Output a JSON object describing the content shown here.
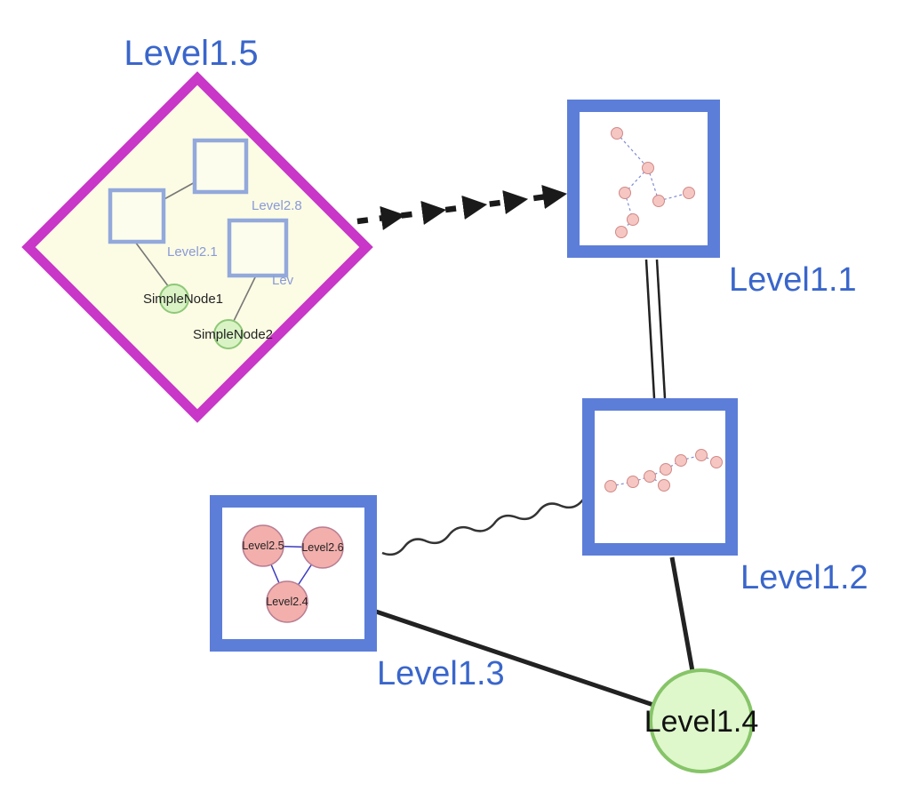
{
  "labels": {
    "level15": "Level1.5",
    "level11": "Level1.1",
    "level12": "Level1.2",
    "level13": "Level1.3",
    "level14": "Level1.4"
  },
  "level15_contents": {
    "squares": [
      {
        "label": "Level2.8"
      },
      {
        "label": "Level2.1"
      },
      {
        "label": "Lev"
      }
    ],
    "simple_nodes": [
      {
        "label": "SimpleNode1"
      },
      {
        "label": "SimpleNode2"
      }
    ]
  },
  "level13_contents": {
    "nodes": [
      {
        "label": "Level2.5"
      },
      {
        "label": "Level2.6"
      },
      {
        "label": "Level2.4"
      }
    ]
  },
  "graph": {
    "nodes": [
      {
        "id": "Level1.5",
        "shape": "diamond",
        "border_color": "#c837c8",
        "fill_color": "#fcfce4"
      },
      {
        "id": "Level1.1",
        "shape": "square",
        "border_color": "#5c7ed8",
        "fill_color": "#ffffff"
      },
      {
        "id": "Level1.2",
        "shape": "square",
        "border_color": "#5c7ed8",
        "fill_color": "#ffffff"
      },
      {
        "id": "Level1.3",
        "shape": "square",
        "border_color": "#5c7ed8",
        "fill_color": "#ffffff"
      },
      {
        "id": "Level1.4",
        "shape": "circle",
        "border_color": "#86c468",
        "fill_color": "#def7cb"
      }
    ],
    "edges": [
      {
        "from": "Level1.5",
        "to": "Level1.1",
        "style": "thick-dashed-arrow"
      },
      {
        "from": "Level1.1",
        "to": "Level1.2",
        "style": "double-line"
      },
      {
        "from": "Level1.3",
        "to": "Level1.2",
        "style": "wavy"
      },
      {
        "from": "Level1.3",
        "to": "Level1.4",
        "style": "solid"
      },
      {
        "from": "Level1.2",
        "to": "Level1.4",
        "style": "solid"
      }
    ]
  },
  "colors": {
    "label_blue": "#3a66cb",
    "diamond_magenta": "#c837c8",
    "diamond_fill": "#fcfce4",
    "square_border_blue": "#5c7ed8",
    "inner_square_blue": "#93a9dc",
    "green_node_fill": "#daf3c5",
    "green_node_border": "#8ec878",
    "pink_node_fill": "#f2afac",
    "mini_node_fill": "#f6c6c3",
    "edge_black": "#1a1a1a"
  }
}
